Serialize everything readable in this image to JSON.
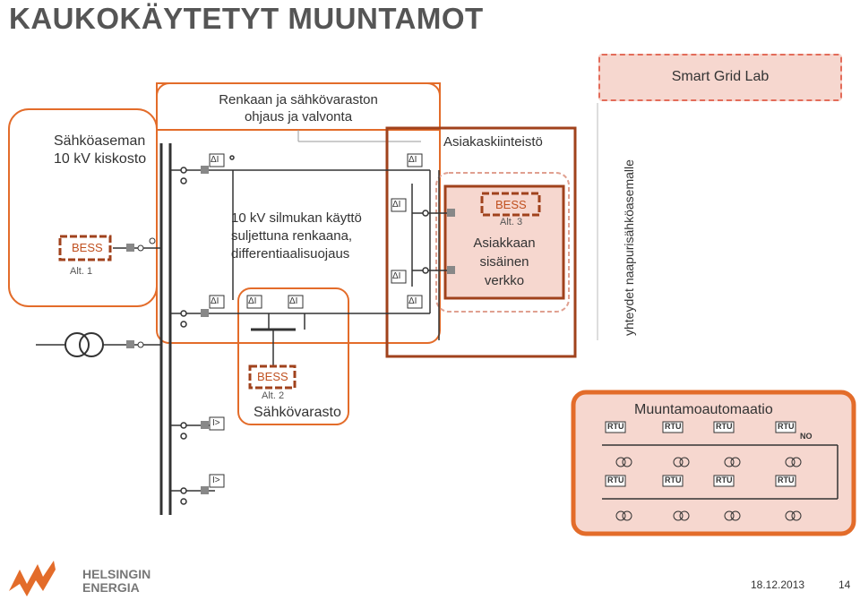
{
  "title": "KAUKOKÄYTETYT MUUNTAMOT",
  "substation": {
    "label_line1": "Sähköaseman",
    "label_line2": "10 kV kiskosto"
  },
  "ring_control": {
    "label_line1": "Renkaan ja sähkövaraston",
    "label_line2": "ohjaus ja valvonta"
  },
  "ring_note": {
    "line1": "10 kV silmukan käyttö",
    "line2": "suljettuna renkaana,",
    "line3": "differentiaalisuojaus"
  },
  "customer_property": "Asiakaskiinteistö",
  "customer_network": {
    "line1": "Asiakkaan",
    "line2": "sisäinen",
    "line3": "verkko"
  },
  "bess_alt1": {
    "label": "BESS",
    "alt": "Alt. 1"
  },
  "bess_alt2": {
    "label": "BESS",
    "alt": "Alt. 2",
    "caption": "Sähkövarasto"
  },
  "bess_alt3": {
    "label": "BESS",
    "alt": "Alt. 3"
  },
  "smart_grid_lab": "Smart Grid Lab",
  "neighbor_links": "yhteydet naapurisähköasemalle",
  "automation": {
    "title": "Muuntamoautomaatio",
    "rtu_label": "RTU",
    "no_label": "NO"
  },
  "relay_labels": {
    "delta_i": "ΔI",
    "overcurrent": "I>"
  },
  "logo": {
    "line1": "HELSINGIN",
    "line2": "ENERGIA"
  },
  "footer": {
    "date": "18.12.2013",
    "page": "14"
  },
  "colors": {
    "accent_orange": "#e36c2a",
    "dark_red": "#a0421c",
    "light_fill": "#f6d7cf",
    "gray": "#888888"
  }
}
